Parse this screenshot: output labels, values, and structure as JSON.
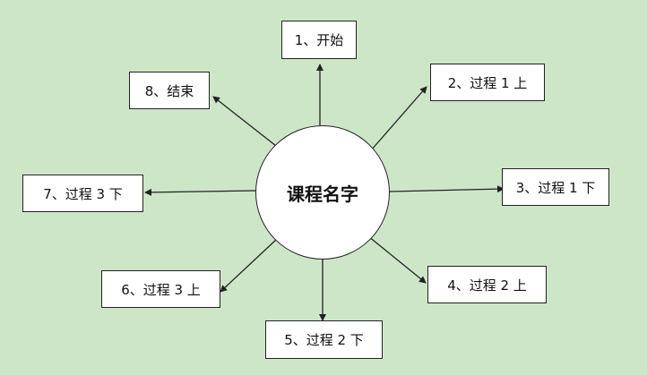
{
  "diagram": {
    "center_label": "课程名字",
    "nodes": [
      {
        "id": "n1",
        "label": "1、开始"
      },
      {
        "id": "n2",
        "label": "2、过程 1 上"
      },
      {
        "id": "n3",
        "label": "3、过程 1 下"
      },
      {
        "id": "n4",
        "label": "4、过程 2 上"
      },
      {
        "id": "n5",
        "label": "5、过程 2 下"
      },
      {
        "id": "n6",
        "label": "6、过程 3 上"
      },
      {
        "id": "n7",
        "label": "7、过程 3 下"
      },
      {
        "id": "n8",
        "label": "8、结束"
      }
    ],
    "colors": {
      "background": "#cde6c8",
      "box_fill": "#ffffff",
      "line": "#222222"
    }
  }
}
